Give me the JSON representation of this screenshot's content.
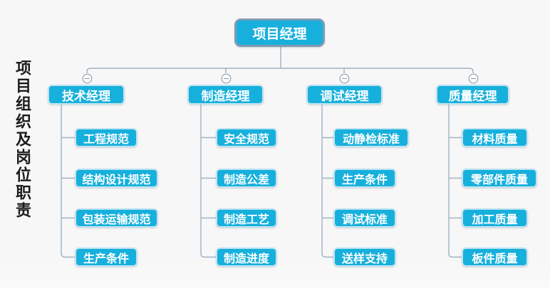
{
  "title": "项目组织及岗位职责",
  "colors": {
    "node_fill": "#17b0dc",
    "root_border": "#7d9cb5",
    "leaf_border": "#bfe3f2",
    "connector": "#9fb2c4",
    "background": "#f7f7f7",
    "text": "#ffffff"
  },
  "root": {
    "label": "项目经理"
  },
  "branches": [
    {
      "label": "技术经理",
      "collapse_icon": "minus-circle",
      "children": [
        "工程规范",
        "结构设计规范",
        "包装运输规范",
        "生产条件"
      ]
    },
    {
      "label": "制造经理",
      "collapse_icon": "minus-circle",
      "children": [
        "安全规范",
        "制造公差",
        "制造工艺",
        "制造进度"
      ]
    },
    {
      "label": "调试经理",
      "collapse_icon": "minus-circle",
      "children": [
        "动静检标准",
        "生产条件",
        "调试标准",
        "送样支持"
      ]
    },
    {
      "label": "质量经理",
      "collapse_icon": "minus-circle",
      "children": [
        "材料质量",
        "零部件质量",
        "加工质量",
        "板件质量"
      ]
    }
  ]
}
